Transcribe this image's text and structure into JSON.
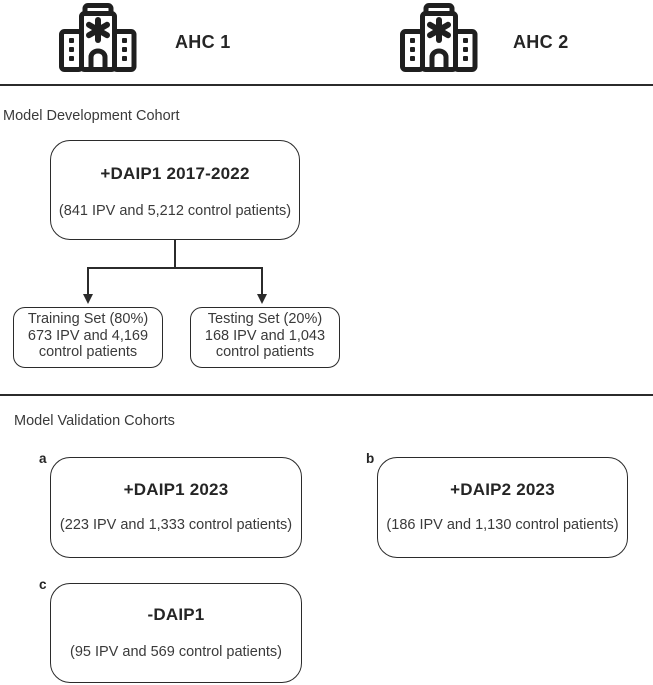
{
  "header": {
    "sites": [
      {
        "icon": "hospital-icon",
        "label": "AHC 1"
      },
      {
        "icon": "hospital-icon",
        "label": "AHC 2"
      }
    ]
  },
  "development": {
    "section_title": "Model Development Cohort",
    "cohort_box": {
      "title": "+DAIP1 2017-2022",
      "subtitle": "(841 IPV and 5,212 control patients)"
    },
    "training_box": {
      "lines": [
        "Training Set (80%)",
        "673 IPV and 4,169",
        "control patients"
      ]
    },
    "testing_box": {
      "lines": [
        "Testing Set (20%)",
        "168 IPV and 1,043",
        "control patients"
      ]
    }
  },
  "validation": {
    "section_title": "Model Validation Cohorts",
    "boxes": [
      {
        "label": "a",
        "title": "+DAIP1 2023",
        "subtitle": "(223 IPV and 1,333 control patients)"
      },
      {
        "label": "b",
        "title": "+DAIP2 2023",
        "subtitle": "(186 IPV and 1,130 control patients)"
      },
      {
        "label": "c",
        "title": "-DAIP1",
        "subtitle": "(95 IPV and 569 control patients)"
      }
    ]
  },
  "colors": {
    "line": "#2b2b2b",
    "text": "#3a3a3a",
    "title_text": "#252525",
    "background": "#ffffff"
  }
}
